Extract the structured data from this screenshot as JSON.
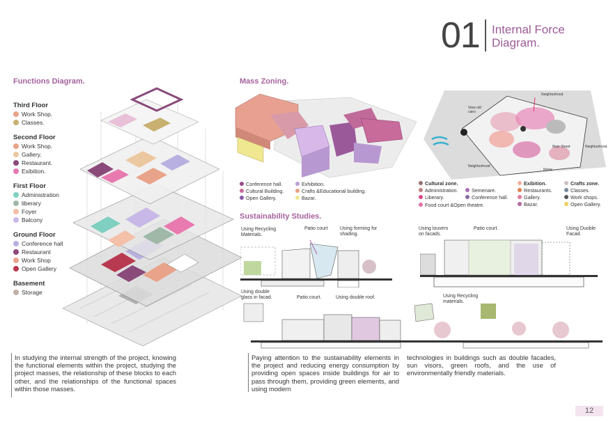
{
  "header": {
    "number": "01",
    "title": "Internal Force Diagram."
  },
  "functions": {
    "heading": "Functions Diagram.",
    "floors": [
      {
        "name": "Third Floor",
        "items": [
          {
            "label": "Work Shop.",
            "color": "#e8a38a"
          },
          {
            "label": "Classes.",
            "color": "#c8b070"
          }
        ]
      },
      {
        "name": "Second Floor",
        "items": [
          {
            "label": "Work Shop.",
            "color": "#e8a38a"
          },
          {
            "label": "Gallery.",
            "color": "#ecc8a0"
          },
          {
            "label": "Restaurant.",
            "color": "#8a4a7a"
          },
          {
            "label": "Exibition.",
            "color": "#e87ab0"
          }
        ]
      },
      {
        "name": "First Floor",
        "items": [
          {
            "label": "Administration",
            "color": "#7fd0c0"
          },
          {
            "label": "liberary",
            "color": "#9fb8a8"
          },
          {
            "label": "Foyer",
            "color": "#f4c0a8"
          },
          {
            "label": "Balcony",
            "color": "#c8b8e8"
          }
        ]
      },
      {
        "name": "Ground Floor",
        "items": [
          {
            "label": "Conference hall",
            "color": "#b8b0e0"
          },
          {
            "label": "Restaurant",
            "color": "#8a4a7a"
          },
          {
            "label": "Work Shop",
            "color": "#e8a38a"
          },
          {
            "label": "Open Gallery",
            "color": "#b83a50"
          }
        ]
      },
      {
        "name": "Basement",
        "items": [
          {
            "label": "Storage",
            "color": "#c0b0a8"
          }
        ]
      }
    ],
    "paragraph": "In studying the internal strength of the project, knowing the functional elements within the project, studying the project masses, the relationship of these blocks to each other, and the relationships of the functional spaces within those masses."
  },
  "mass": {
    "heading": "Mass Zoning.",
    "legend_col1": [
      {
        "label": "Conference hall.",
        "color": "#9a4a8a"
      },
      {
        "label": "Cultural Building.",
        "color": "#c86a9a"
      },
      {
        "label": "Open Gallery.",
        "color": "#8a5aa8"
      }
    ],
    "legend_col2": [
      {
        "label": "Exhibition.",
        "color": "#b8a0d8"
      },
      {
        "label": "Crafts &Educational building.",
        "color": "#e8a080"
      },
      {
        "label": "Bazar.",
        "color": "#f0e890"
      }
    ]
  },
  "site": {
    "labels": {
      "neighborhood_top": "Neighborhood",
      "view": "View old cairo",
      "main_street": "Main Street",
      "neighborhood_right": "Neighborhood",
      "neighborhood_left": "Neighborhood",
      "noise": "Noise"
    },
    "zones": [
      {
        "title": "Cultural zone.",
        "color": "#9a7070",
        "items": [
          {
            "label": "Administration.",
            "color": "#c08080"
          },
          {
            "label": "Liberary.",
            "color": "#d84a8a"
          }
        ]
      },
      {
        "title": "",
        "color": "",
        "items": [
          {
            "label": "Semenare.",
            "color": "#a870b8"
          },
          {
            "label": "Conference hall.",
            "color": "#8a6aa0"
          }
        ]
      },
      {
        "title": "Exibition.",
        "color": "#f0b0a0",
        "items": [
          {
            "label": "Restaurants.",
            "color": "#e08050"
          },
          {
            "label": "Gallery.",
            "color": "#e07aa0"
          },
          {
            "label": "Bazar.",
            "color": "#b06aa0"
          }
        ]
      },
      {
        "title": "Crafts zone.",
        "color": "#c8c0c0",
        "items": [
          {
            "label": "Classes.",
            "color": "#7a8a9a"
          },
          {
            "label": "Work shops.",
            "color": "#555555"
          },
          {
            "label": "Open Gallery.",
            "color": "#f0d060"
          }
        ]
      }
    ],
    "food": {
      "label": "Food court &Open theatre.",
      "color": "#e070a8"
    }
  },
  "sustain": {
    "heading": "Sustainability Studies.",
    "notes1": {
      "recycle": "Using Recycling Materials.",
      "patio": "Patio court",
      "forming": "Using forming for shading."
    },
    "notes2": {
      "louvers": "Using louvers on facads.",
      "patio": "Patio court.",
      "double": "Using Duoble Facad."
    },
    "notes3": {
      "glass": "Using double glass in facad.",
      "patio": "Patio court.",
      "roof": "Using double roof.",
      "recycle": "Using Recycling materials."
    },
    "para_left": "Paying attention to the sustainability elements in the project and reducing energy consumption by providing open spaces inside buildings for air to pass through them, providing green elements, and using modern",
    "para_right": "technologies in buildings such as double facades, sun visors, green roofs, and the use of environmentally friendly materials."
  },
  "page_number": "12"
}
